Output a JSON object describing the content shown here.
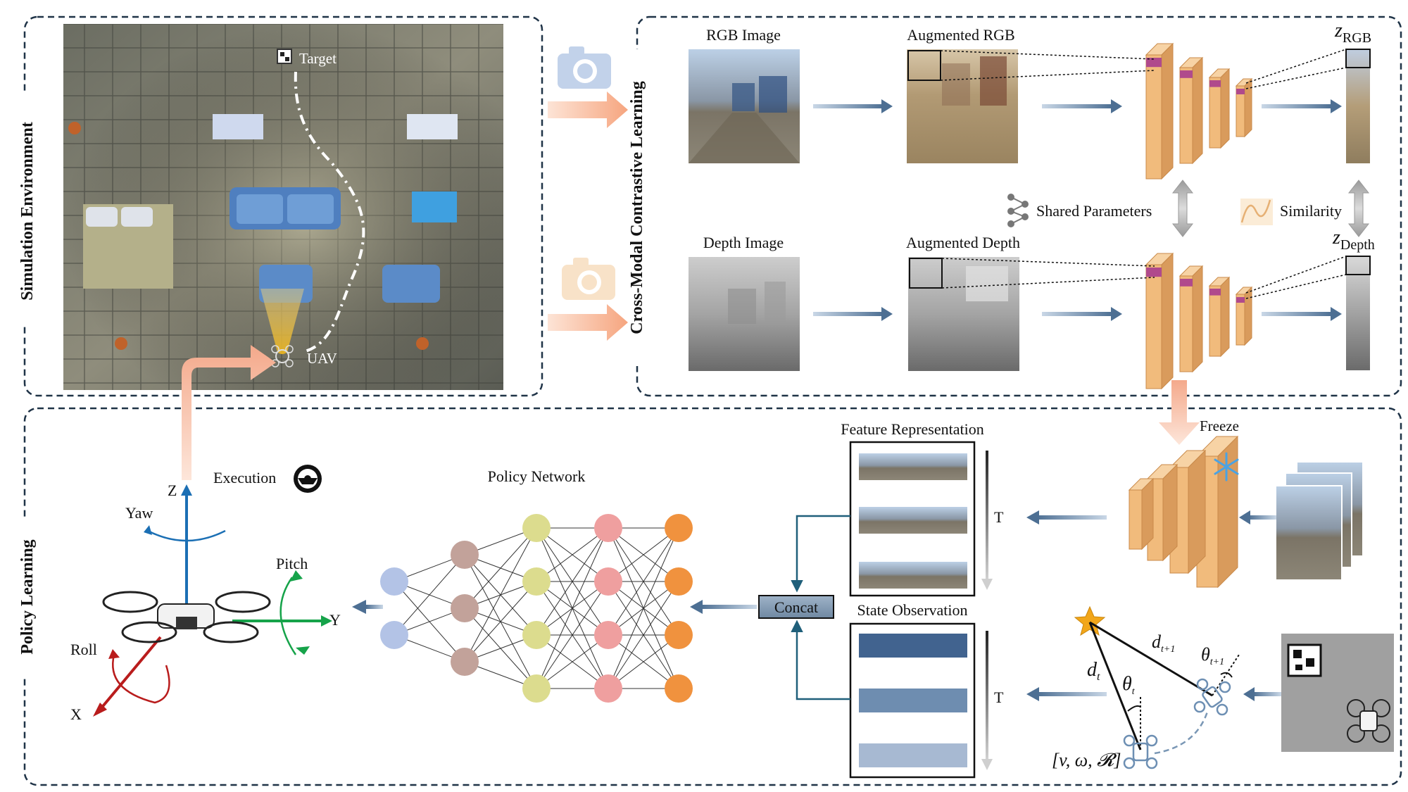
{
  "panels": {
    "simulation": "Simulation Environment",
    "contrastive": "Cross-Modal Contrastive Learning",
    "policy": "Policy Learning"
  },
  "simulation": {
    "target": "Target",
    "uav": "UAV"
  },
  "contrastive": {
    "rgb_image": "RGB Image",
    "augmented_rgb": "Augmented RGB",
    "depth_image": "Depth Image",
    "augmented_depth": "Augmented Depth",
    "shared_parameters": "Shared Parameters",
    "similarity": "Similarity",
    "z_rgb": "z",
    "z_rgb_sub": "RGB",
    "z_depth": "z",
    "z_depth_sub": "Depth",
    "freeze": "Freeze"
  },
  "policy": {
    "execution": "Execution",
    "policy_network": "Policy Network",
    "feature_representation": "Feature Representation",
    "state_observation": "State Observation",
    "concat": "Concat",
    "t_feature": "T",
    "t_state": "T",
    "axes": {
      "z": "Z",
      "y": "Y",
      "x": "X",
      "yaw": "Yaw",
      "pitch": "Pitch",
      "roll": "Roll"
    },
    "geometry": {
      "d_t": "d",
      "d_t_sub": "t",
      "d_t1": "d",
      "d_t1_sub": "t+1",
      "theta_t": "θ",
      "theta_t_sub": "t",
      "theta_t1": "θ",
      "theta_t1_sub": "t+1",
      "state_vector": "[v, ω, 𝓡]"
    }
  },
  "network": {
    "layer_sizes": [
      2,
      3,
      4,
      4,
      4
    ]
  },
  "colors": {
    "panel_border": "#1f3347",
    "arrow": "#5f7e9c",
    "pink_arrow": "#f5b49a",
    "encoder": "#f1bb7c",
    "encoder_edge": "#c98a4a",
    "layer_colors": [
      "#b3c3e6",
      "#c2a29a",
      "#dcdc8e",
      "#ef9f9f",
      "#f0923e"
    ],
    "state_bars": [
      "#41638f",
      "#6e8db0",
      "#a7b9d2"
    ],
    "z_axis": "#1b6fb4",
    "y_axis": "#16a34a",
    "x_axis": "#b91c1c"
  }
}
